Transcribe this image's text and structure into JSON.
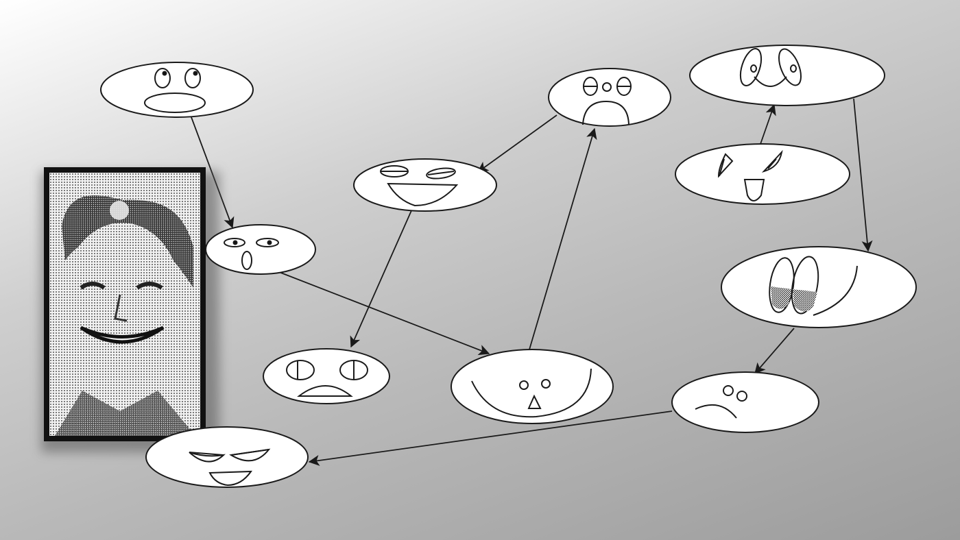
{
  "diagram": {
    "nodes": [
      {
        "id": "n1",
        "expression": "surprised-looking-up"
      },
      {
        "id": "n2",
        "expression": "startled"
      },
      {
        "id": "n3",
        "expression": "laughing-squint"
      },
      {
        "id": "n4",
        "expression": "worried-open-mouth"
      },
      {
        "id": "n5",
        "expression": "gasp"
      },
      {
        "id": "n6",
        "expression": "wide-smile-small-nose"
      },
      {
        "id": "n7",
        "expression": "silly-grin"
      },
      {
        "id": "n8",
        "expression": "cheeky-tongue"
      },
      {
        "id": "n9",
        "expression": "bashful-half-smile"
      },
      {
        "id": "n10",
        "expression": "frown"
      },
      {
        "id": "n11",
        "expression": "smug-grin"
      }
    ],
    "edges": [
      {
        "from": "n1",
        "to": "n2"
      },
      {
        "from": "n2",
        "to": "n6"
      },
      {
        "from": "n6",
        "to": "n5"
      },
      {
        "from": "n5",
        "to": "n3"
      },
      {
        "from": "n3",
        "to": "n4"
      },
      {
        "from": "n8",
        "to": "n7"
      },
      {
        "from": "n7",
        "to": "n9"
      },
      {
        "from": "n9",
        "to": "n10"
      },
      {
        "from": "n10",
        "to": "n11"
      }
    ],
    "photo": {
      "subject": "halftone-portrait"
    },
    "colors": {
      "stroke": "#1a1a1a",
      "node_fill": "#ffffff",
      "photo_frame": "#111111"
    }
  }
}
